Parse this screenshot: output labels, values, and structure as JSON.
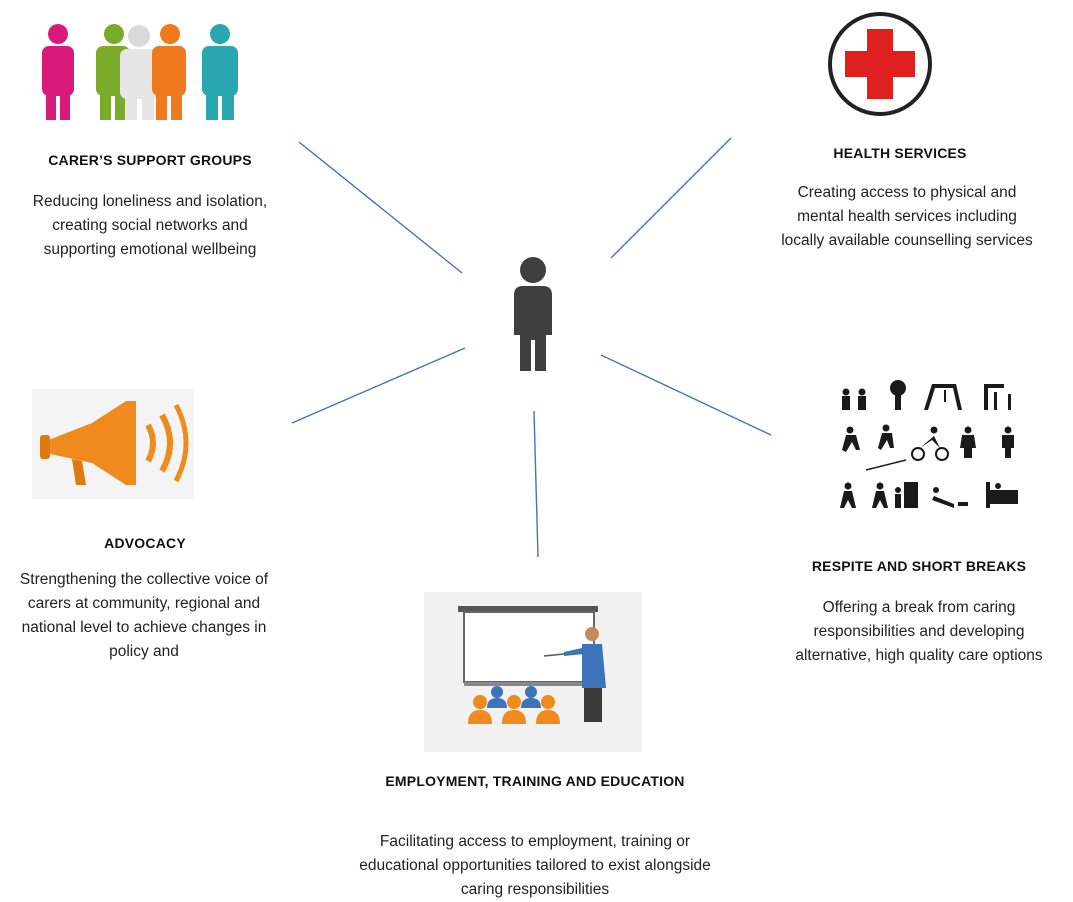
{
  "center": {
    "icon": "person-silhouette-icon"
  },
  "nodes": {
    "support_groups": {
      "icon": "people-group-icon",
      "title": "CARER’S SUPPORT GROUPS",
      "description": "Reducing loneliness and isolation, creating social networks and supporting emotional wellbeing"
    },
    "health": {
      "icon": "red-cross-icon",
      "title": "HEALTH SERVICES",
      "description": "Creating access to physical and mental health services including locally available counselling services"
    },
    "advocacy": {
      "icon": "megaphone-icon",
      "title": "ADVOCACY",
      "description": "Strengthening the collective voice of carers at community, regional and national level to achieve changes in policy and"
    },
    "respite": {
      "icon": "activities-pictograms-icon",
      "title": "RESPITE AND SHORT BREAKS",
      "description": "Offering a break from caring responsibilities and developing alternative, high quality care options"
    },
    "employment": {
      "icon": "classroom-presentation-icon",
      "title": "EMPLOYMENT, TRAINING AND EDUCATION",
      "description": "Facilitating access to employment, training or educational opportunities tailored to exist alongside caring responsibilities"
    }
  },
  "colors": {
    "connector": "#4472c4",
    "cross": "#e02020",
    "megaphone": "#f08a1c"
  }
}
